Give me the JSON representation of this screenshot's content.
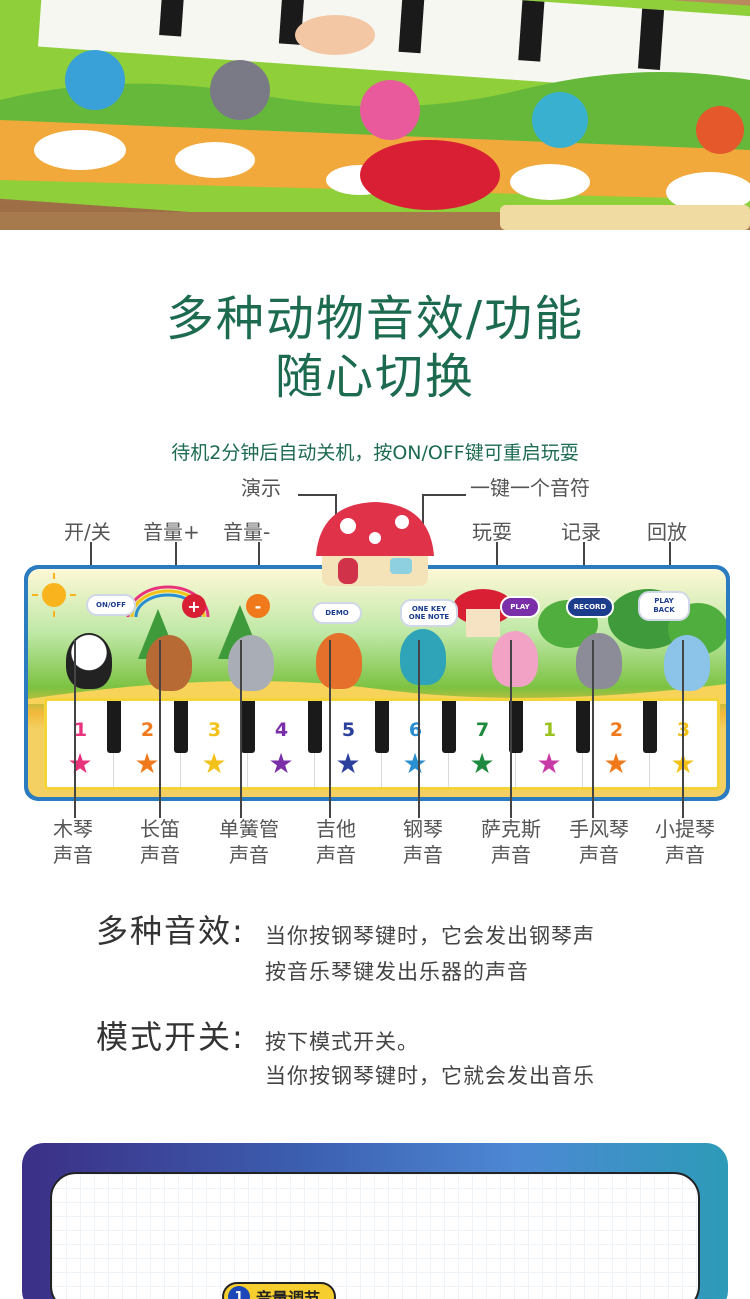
{
  "headline": {
    "line1": "多种动物音效/功能",
    "line2": "随心切换"
  },
  "subnote": "待机2分钟后自动关机，按ON/OFF键可重启玩耍",
  "top_labels": {
    "demo": "演示",
    "one_key_one_note": "一键一个音符",
    "on_off": "开/关",
    "vol_up": "音量+",
    "vol_down": "音量-",
    "play": "玩耍",
    "record": "记录",
    "playback": "回放"
  },
  "mat_buttons": {
    "on_off": "ON/OFF",
    "demo": "DEMO",
    "one_key": "ONE KEY",
    "one_note": "ONE NOTE",
    "play": "PLAY",
    "record": "RECORD",
    "play_back_1": "PLAY",
    "play_back_2": "BACK",
    "plus": "+",
    "minus": "-"
  },
  "keys": {
    "numbers": [
      "1",
      "2",
      "3",
      "4",
      "5",
      "6",
      "7",
      "1",
      "2",
      "3"
    ],
    "colors": [
      "#e8337c",
      "#f07a1b",
      "#f2c21a",
      "#7a2ea8",
      "#2b3f9c",
      "#2a8fd1",
      "#1d8a3f",
      "#99c21c",
      "#f07a1b",
      "#f2c21a"
    ],
    "star_colors": [
      "#e8337c",
      "#f07a1b",
      "#f2c21a",
      "#7a2ea8",
      "#2b3f9c",
      "#2a8fd1",
      "#1d8a3f",
      "#c83aa6",
      "#f07a1b",
      "#f2c21a"
    ]
  },
  "instruments": [
    {
      "line1": "木琴",
      "line2": "声音"
    },
    {
      "line1": "长笛",
      "line2": "声音"
    },
    {
      "line1": "单簧管",
      "line2": "声音"
    },
    {
      "line1": "吉他",
      "line2": "声音"
    },
    {
      "line1": "钢琴",
      "line2": "声音"
    },
    {
      "line1": "萨克斯",
      "line2": "声音"
    },
    {
      "line1": "手风琴",
      "line2": "声音"
    },
    {
      "line1": "小提琴",
      "line2": "声音"
    }
  ],
  "features": [
    {
      "title": "多种音效:",
      "line1": "当你按钢琴键时，它会发出钢琴声",
      "line2": "按音乐琴键发出乐器的声音"
    },
    {
      "title": "模式开关:",
      "line1": "按下模式开关。",
      "line2": "当你按钢琴键时，它就会发出音乐"
    }
  ],
  "bottom_pill": {
    "num": "1",
    "label": "音量调节"
  }
}
